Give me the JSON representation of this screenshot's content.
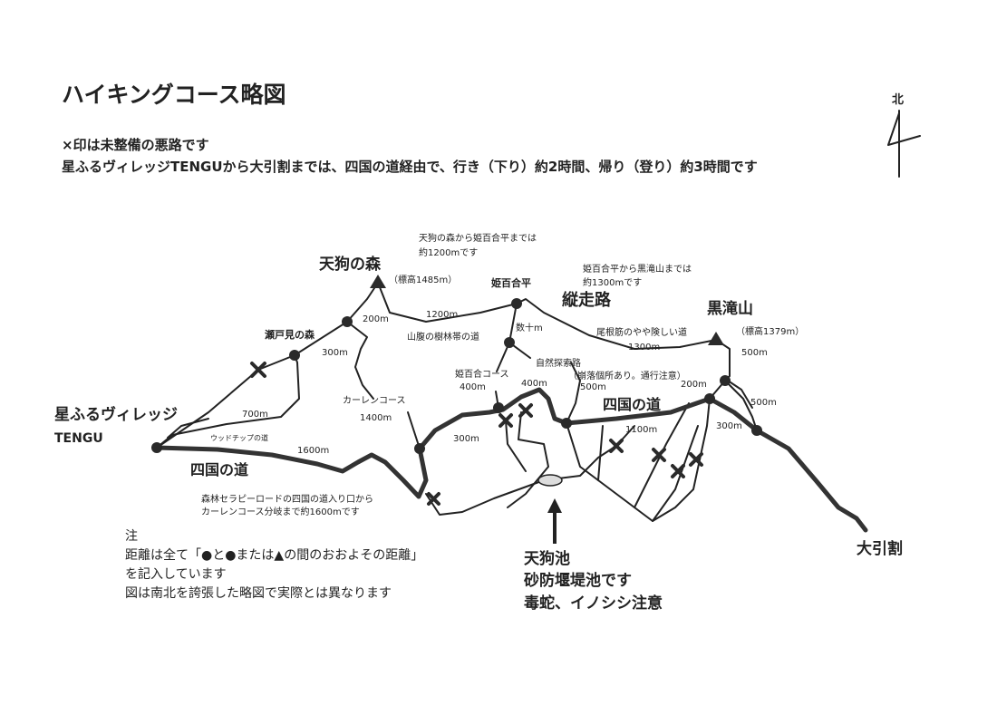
{
  "header": {
    "title": "ハイキングコース略図",
    "line1": "×印は未整備の悪路です",
    "line2": "星ふるヴィレッジTENGUから大引割までは、四国の道経由で、行き（下り）約2時間、帰り（登り）約3時間です"
  },
  "north": {
    "label": "北"
  },
  "places": {
    "tengu_mori": "天狗の森",
    "tengu_mori_elev": "（標高1485m）",
    "himeyuri_daira": "姫百合平",
    "kurotaki": "黒滝山",
    "kurotaki_elev": "（標高1379m）",
    "setomi": "瀬戸見の森",
    "village": "星ふるヴィレッジ",
    "village_sub": "TENGU",
    "oohikiwari": "大引割",
    "juusouro": "縦走路",
    "shikoku_west": "四国の道",
    "shikoku_east": "四国の道"
  },
  "notes_top": {
    "n1a": "天狗の森から姫百合平までは",
    "n1b": "約1200mです",
    "n2a": "姫百合平から黒滝山までは",
    "n2b": "約1300mです"
  },
  "routes": {
    "sanpuku": "山腹の樹林帯の道",
    "one": "尾根筋のやや険しい道",
    "himeyuri_course": "姫百合コース",
    "shizen": "自然探索路",
    "shizen_note": "（崩落個所あり。通行注意）",
    "karen": "カーレンコース",
    "woodchip": "ウッドチップの道"
  },
  "distances": {
    "d200a": "200m",
    "d1200": "1200m",
    "d300a": "300m",
    "d700": "700m",
    "d1600": "1600m",
    "d1400": "1400m",
    "d300b": "300m",
    "d400a": "400m",
    "d400b": "400m",
    "d500a": "500m",
    "d1100": "1100m",
    "d200b": "200m",
    "d1300": "1300m",
    "d500b": "500m",
    "d500c": "500m",
    "d300c": "300m",
    "suujuu": "数十m"
  },
  "forest_note": {
    "a": "森林セラピーロードの四国の道入り口から",
    "b": "カーレンコース分岐まで約1600mです"
  },
  "pond": {
    "a": "天狗池",
    "b": "砂防堰堤池です",
    "c": "毒蛇、イノシシ注意"
  },
  "legend_note": {
    "a": "注",
    "b": "距離は全て「●と●または▲の間のおおよその距離」",
    "c": "を記入しています",
    "d": "図は南北を誇張した略図で実際とは異なります"
  }
}
